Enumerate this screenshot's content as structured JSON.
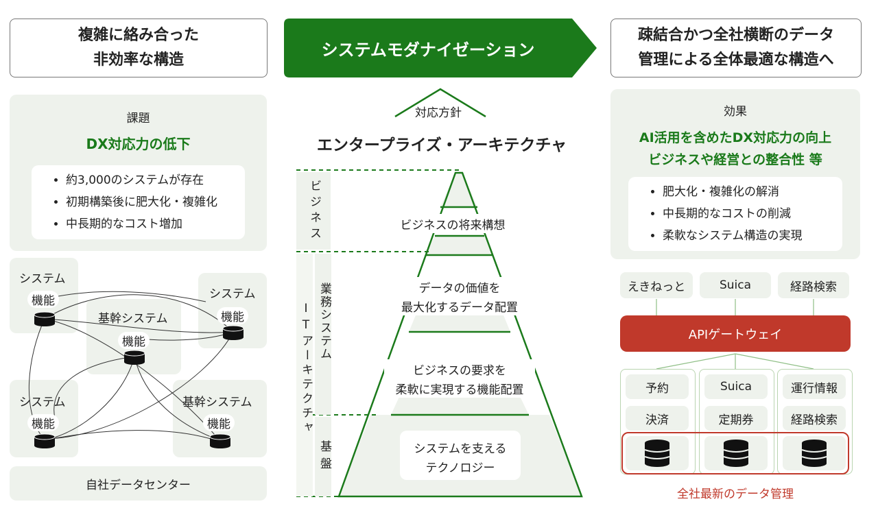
{
  "left": {
    "header": [
      "複雑に絡み合った",
      "非効率な構造"
    ],
    "issue_label": "課題",
    "issue_title": "DX対応力の低下",
    "bullets": [
      "約3,000のシステムが存在",
      "初期構築後に肥大化・複雑化",
      "中長期的なコスト増加"
    ],
    "node_system": "システム",
    "node_core": "基幹システム",
    "node_function": "機能",
    "datacenter": "自社データセンター"
  },
  "center": {
    "header": "システムモダナイゼーション",
    "policy": "対応方針",
    "title": "エンタープライズ・アーキテクチャ",
    "business": "ビジネス",
    "it_arch": "ITアーキテクチャ",
    "biz_system": "業務システム",
    "base": "基盤",
    "levels": [
      [
        "ビジネスの将来構想"
      ],
      [
        "データの価値を",
        "最大化するデータ配置"
      ],
      [
        "ビジネスの要求を",
        "柔軟に実現する機能配置"
      ],
      [
        "システムを支える",
        "テクノロジー"
      ]
    ]
  },
  "right": {
    "header": [
      "疎結合かつ全社横断のデータ",
      "管理による全体最適な構造へ"
    ],
    "effect_label": "効果",
    "effect_title": [
      "AI活用を含めたDX対応力の向上",
      "ビジネスや経営との整合性 等"
    ],
    "bullets": [
      "肥大化・複雑化の解消",
      "中長期的なコストの削減",
      "柔軟なシステム構造の実現"
    ],
    "apps": [
      "えきねっと",
      "Suica",
      "経路検索"
    ],
    "gateway": "APIゲートウェイ",
    "columns": [
      [
        "予約",
        "決済"
      ],
      [
        "Suica",
        "定期券"
      ],
      [
        "運行情報",
        "経路検索"
      ]
    ],
    "footer": "全社最新のデータ管理"
  },
  "colors": {
    "accent_green": "#1b7a1b",
    "red": "#c0392b",
    "panel": "#eef2ec"
  },
  "icons": [
    "database-icon"
  ]
}
